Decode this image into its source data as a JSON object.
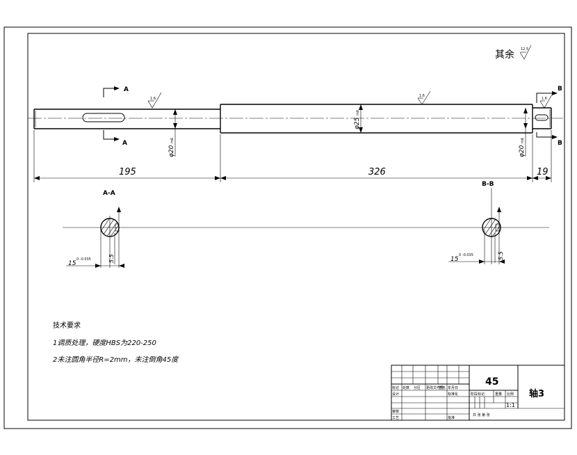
{
  "roughness": {
    "rest_label": "其余",
    "rest_value": "12.5",
    "value_1": "1.6",
    "value_2": "1.6",
    "value_3": "1.6"
  },
  "section_marks": {
    "a_top": "A",
    "a_bottom": "A",
    "b_top": "B",
    "b_bottom": "B",
    "aa_title": "A-A",
    "bb_title": "B-B"
  },
  "diameters": {
    "left": "φ20",
    "left_tol": "m6",
    "middle": "φ25",
    "middle_tol": "m6",
    "right": "φ20",
    "right_tol": "m6"
  },
  "lengths": {
    "left": "195",
    "middle": "326",
    "right": "19"
  },
  "section_dims": {
    "aa_width": "15",
    "aa_width_tol": "0\n-0.035",
    "aa_depth": "5.5",
    "bb_width": "15",
    "bb_width_tol": "0\n-0.035",
    "bb_depth": "5.5"
  },
  "notes": {
    "title": "技术要求",
    "line1": "1调质处理，硬度HBS为220-250",
    "line2": "2未注圆角半径R=2mm，未注倒角45度"
  },
  "title_block": {
    "material": "45",
    "part_name": "轴3",
    "scale": "1:1",
    "row_labels_1": [
      "标记",
      "处数",
      "分区",
      "更改文件号",
      "签名",
      "年月日"
    ],
    "row_labels_2": [
      "设计",
      "",
      "标准化",
      "",
      "阶段标记",
      "重量",
      "比例"
    ],
    "row_labels_3": [
      "审核",
      "",
      "",
      "",
      "",
      ""
    ],
    "row_labels_4": [
      "工艺",
      "",
      "批准",
      "",
      "共 张 第 张"
    ]
  }
}
